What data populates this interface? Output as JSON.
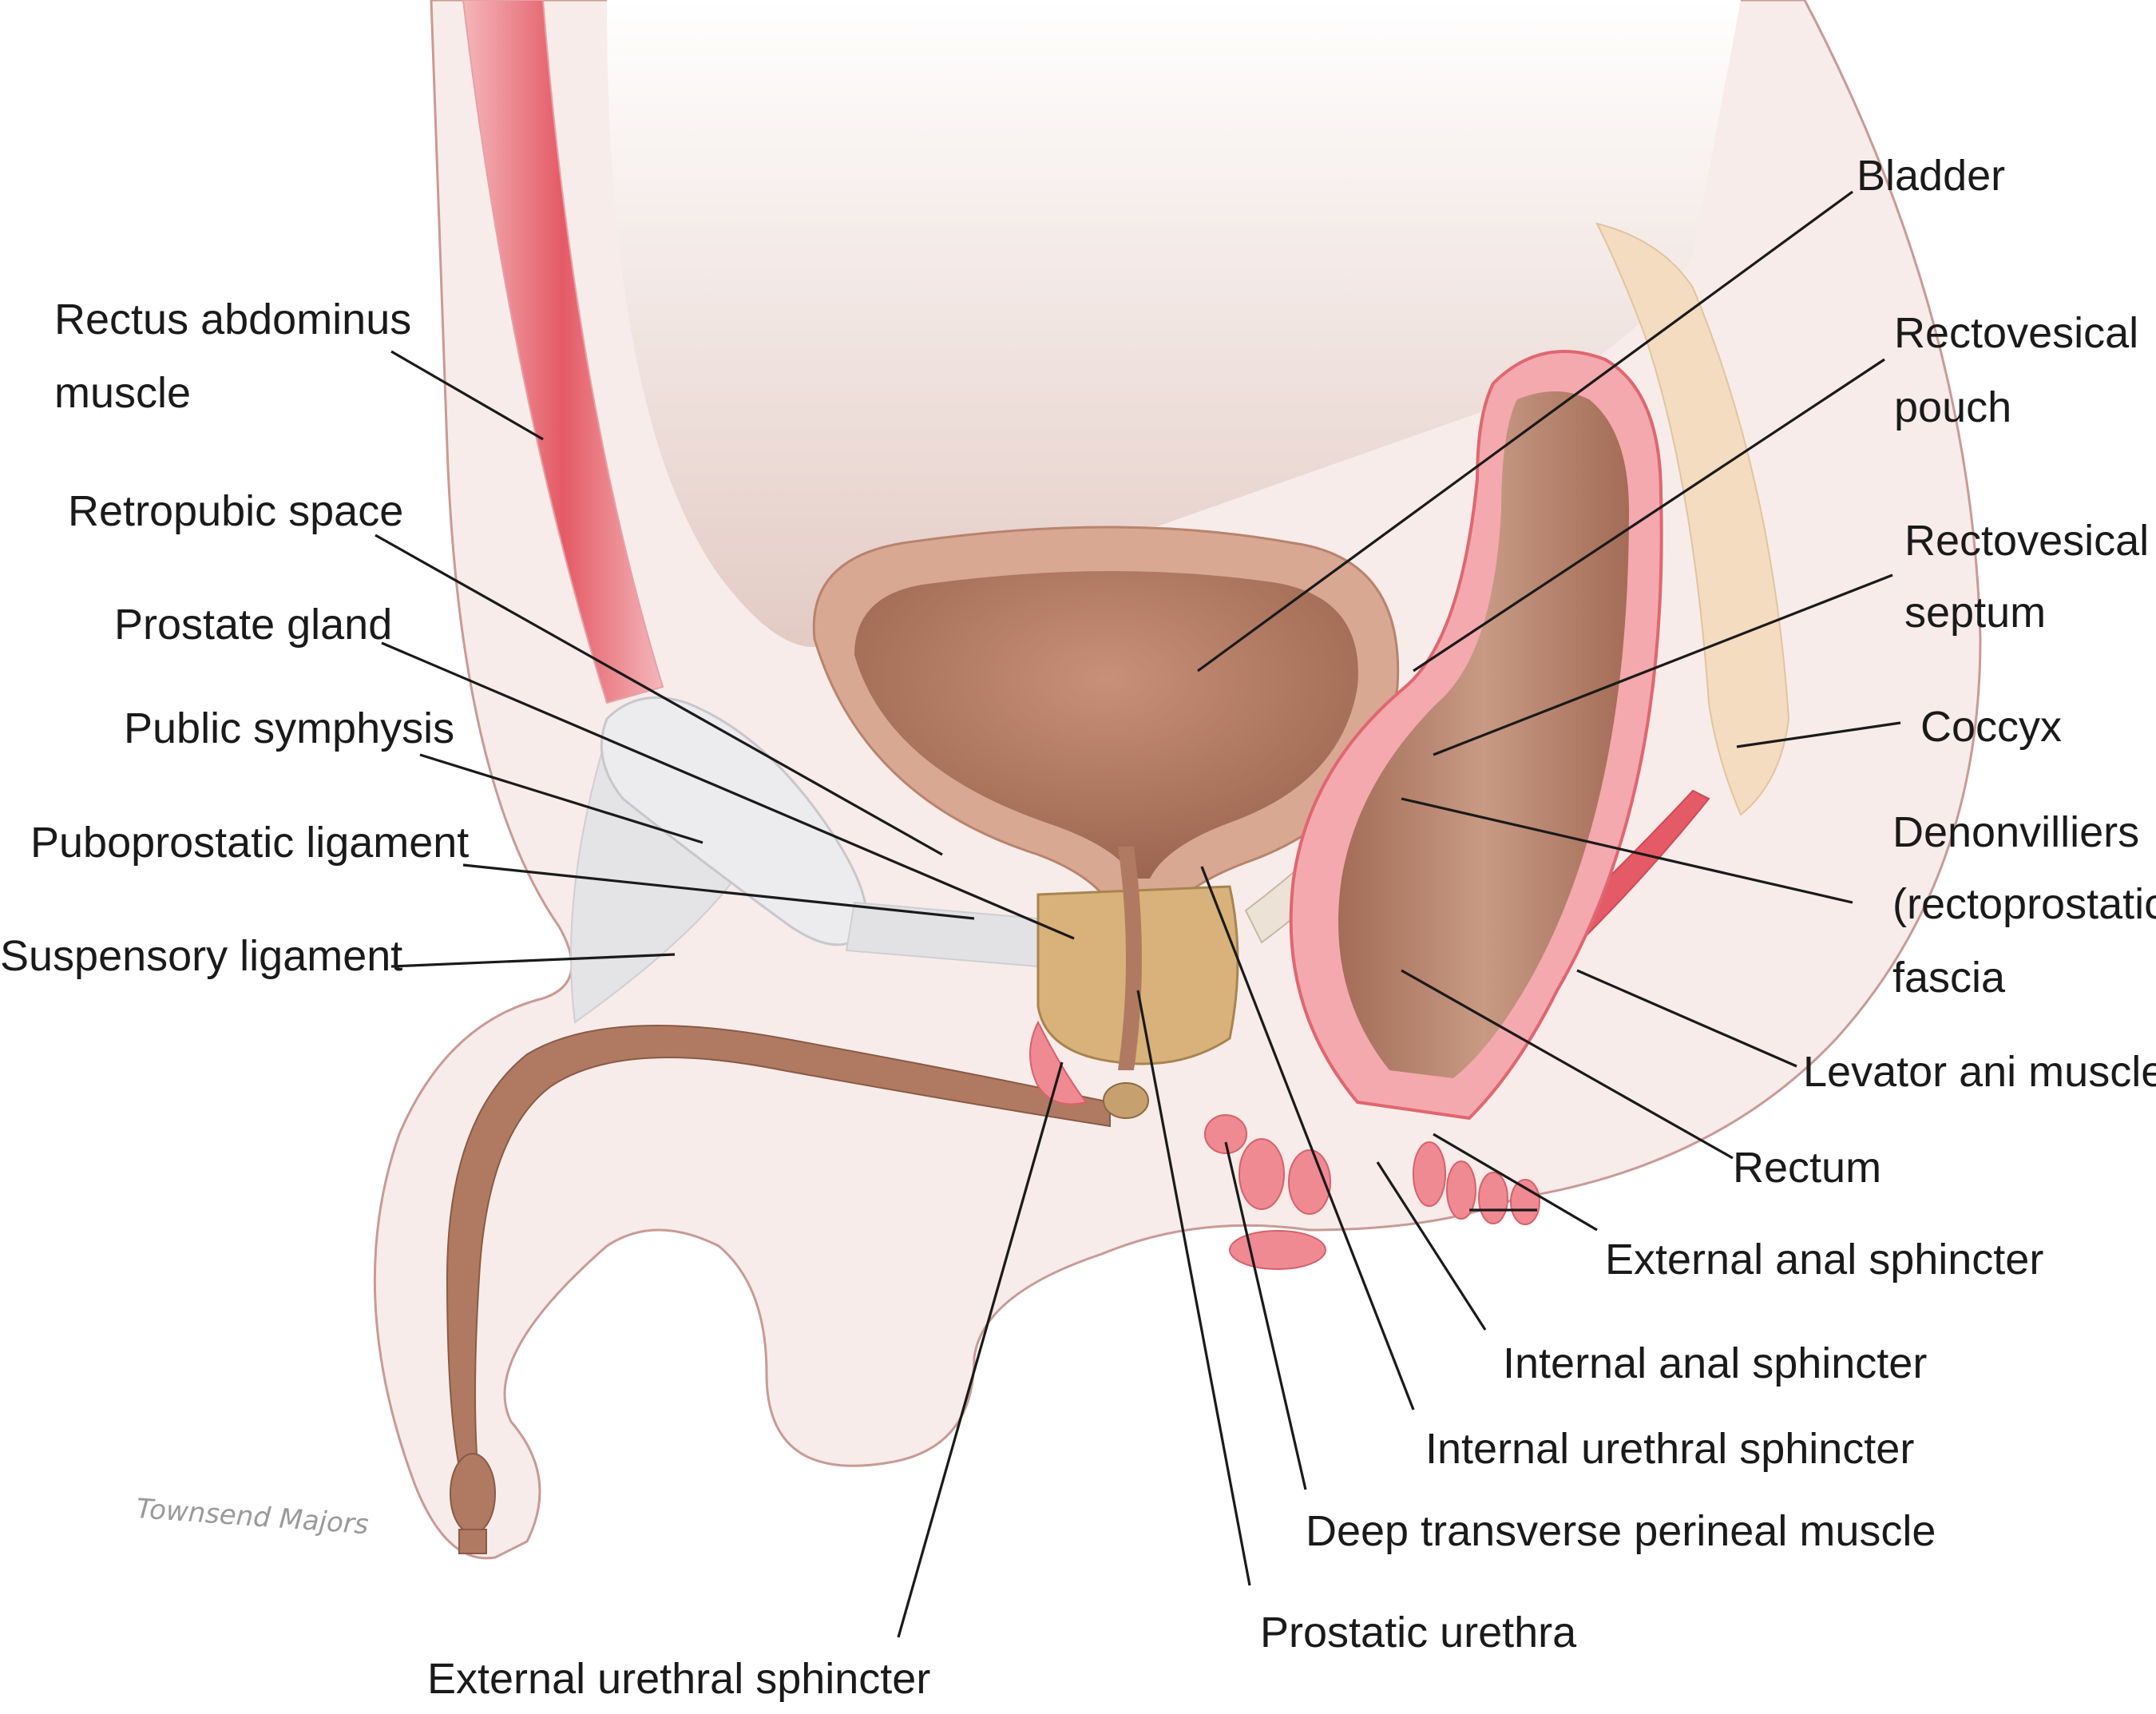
{
  "labels": {
    "bladder": "Bladder",
    "rectus_1": "Rectus abdominus",
    "rectus_2": "muscle",
    "rectovesical_pouch_1": "Rectovesical",
    "rectovesical_pouch_2": "pouch",
    "retropubic_space": "Retropubic space",
    "rectovesical_septum_1": "Rectovesical",
    "rectovesical_septum_2": "septum",
    "prostate_gland": "Prostate gland",
    "public_symphysis": "Public symphysis",
    "coccyx": "Coccyx",
    "puboprostatic_ligament": "Puboprostatic ligament",
    "denonvilliers_1": "Denonvilliers",
    "denonvilliers_2": "(rectoprostatic)",
    "denonvilliers_3": "fascia",
    "suspensory_ligament": "Suspensory ligament",
    "levator_ani": "Levator ani muscle",
    "rectum": "Rectum",
    "external_anal_sphincter": "External anal sphincter",
    "internal_anal_sphincter": "Internal anal sphincter",
    "internal_urethral_sphincter": "Internal urethral sphincter",
    "deep_transverse_perineal": "Deep transverse perineal muscle",
    "prostatic_urethra": "Prostatic urethra",
    "external_urethral_sphincter": "External urethral sphincter"
  },
  "signature": "Townsend Majors",
  "colors": {
    "skin": "#f7ecea",
    "skin_outline": "#c99a95",
    "cavity": "#e9d8d3",
    "bladder_wall": "#d9a892",
    "bladder_inner": "#b07a62",
    "muscle_red": "#e8606a",
    "muscle_pink": "#f3a9ad",
    "rectum_brown": "#b88068",
    "prostate": "#d8b27a",
    "bone": "#e6e6e8",
    "coccyx": "#f3dcc0",
    "leader": "#1a1a1a"
  }
}
